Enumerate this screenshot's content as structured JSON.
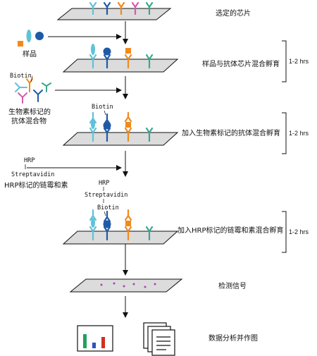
{
  "steps": {
    "s1": "选定的芯片",
    "s2": "样品与抗体芯片混合孵育",
    "s3": "加入生物素标记的抗体混合孵育",
    "s4": "加入HRP标记的链霉和素混合孵育",
    "s5": "检测信号",
    "s6": "数据分析并作图"
  },
  "durations": {
    "d2": "1-2 hrs",
    "d3": "1-2 hrs",
    "d4": "1-2 hrs"
  },
  "inputs": {
    "sample": "样品",
    "biotin": "Biotin",
    "antibody_mix_line1": "生物素标记的",
    "antibody_mix_line2": "抗体混合物",
    "hrp": "HRP",
    "streptavidin": "Streptavidin",
    "hrp_streptavidin": "HRP标记的链霉和素"
  },
  "chip_labels": {
    "biotin_chip3": "Biotin",
    "hrp_chip4": "HRP",
    "streptavidin_chip4": "Streptavidin",
    "biotin_chip4": "Biotin"
  },
  "colors": {
    "cyan": "#5fc3d8",
    "blue": "#1f5aa8",
    "orange": "#f08a1c",
    "pink": "#d85ab0",
    "teal": "#3aa88e",
    "dot": "#b040b0",
    "bar_green": "#20a060",
    "bar_blue": "#3050c0",
    "bar_red": "#d03020"
  }
}
